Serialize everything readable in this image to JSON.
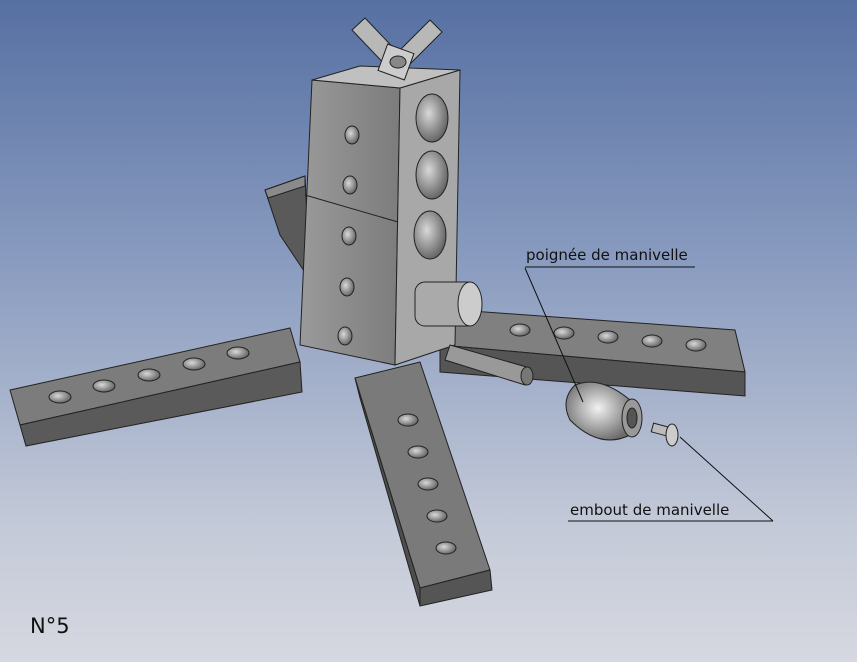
{
  "callouts": {
    "handle": "poignée de manivelle",
    "tip": "embout de manivelle"
  },
  "figure_number": "N°5",
  "colors": {
    "part_top": "#8a8a8a",
    "part_side": "#5e5e5e",
    "leader": "#111111"
  }
}
